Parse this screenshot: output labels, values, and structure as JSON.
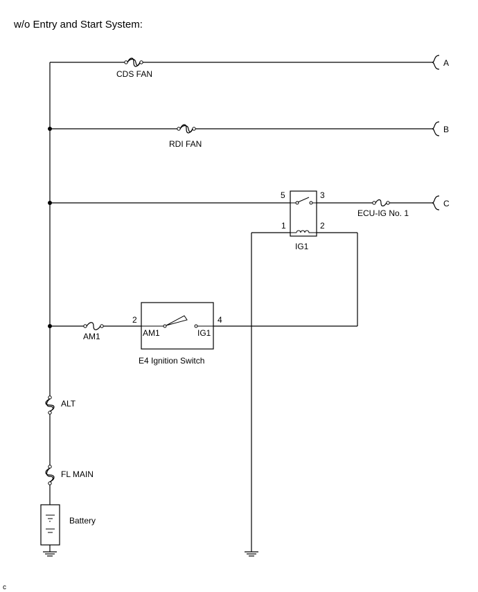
{
  "title": "w/o Entry and Start System:",
  "fuses": {
    "cds_fan": "CDS FAN",
    "rdi_fan": "RDI FAN",
    "ecu_ig_no1": "ECU-IG No. 1",
    "am1": "AM1",
    "alt": "ALT",
    "fl_main": "FL MAIN"
  },
  "connectors": {
    "a": "A",
    "b": "B",
    "c": "C"
  },
  "relay": {
    "name": "IG1",
    "pin5": "5",
    "pin3": "3",
    "pin1": "1",
    "pin2": "2"
  },
  "ignition_switch": {
    "name": "E4 Ignition Switch",
    "am1": "AM1",
    "ig1": "IG1",
    "pin_in": "2",
    "pin_out": "4"
  },
  "battery": "Battery",
  "corner_mark": "c"
}
